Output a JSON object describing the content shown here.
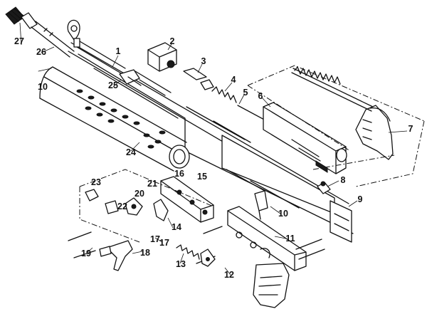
{
  "parts": [
    {
      "id": "p27",
      "label": "27"
    },
    {
      "id": "p26",
      "label": "26"
    },
    {
      "id": "p1",
      "label": "1"
    },
    {
      "id": "p2",
      "label": "2"
    },
    {
      "id": "p3",
      "label": "3"
    },
    {
      "id": "p4",
      "label": "4"
    },
    {
      "id": "p5",
      "label": "5"
    },
    {
      "id": "p6",
      "label": "6"
    },
    {
      "id": "p7",
      "label": "7"
    },
    {
      "id": "p8",
      "label": "8"
    },
    {
      "id": "p9",
      "label": "9"
    },
    {
      "id": "p10a",
      "label": "10"
    },
    {
      "id": "p10b",
      "label": "10"
    },
    {
      "id": "p11",
      "label": "11"
    },
    {
      "id": "p12",
      "label": "12"
    },
    {
      "id": "p13",
      "label": "13"
    },
    {
      "id": "p14",
      "label": "14"
    },
    {
      "id": "p15",
      "label": "15"
    },
    {
      "id": "p16",
      "label": "16"
    },
    {
      "id": "p17a",
      "label": "17"
    },
    {
      "id": "p17b",
      "label": "17"
    },
    {
      "id": "p18",
      "label": "18"
    },
    {
      "id": "p19",
      "label": "19"
    },
    {
      "id": "p20",
      "label": "20"
    },
    {
      "id": "p21",
      "label": "21"
    },
    {
      "id": "p22",
      "label": "22"
    },
    {
      "id": "p23",
      "label": "23"
    },
    {
      "id": "p24",
      "label": "24"
    },
    {
      "id": "p25",
      "label": "25"
    }
  ]
}
